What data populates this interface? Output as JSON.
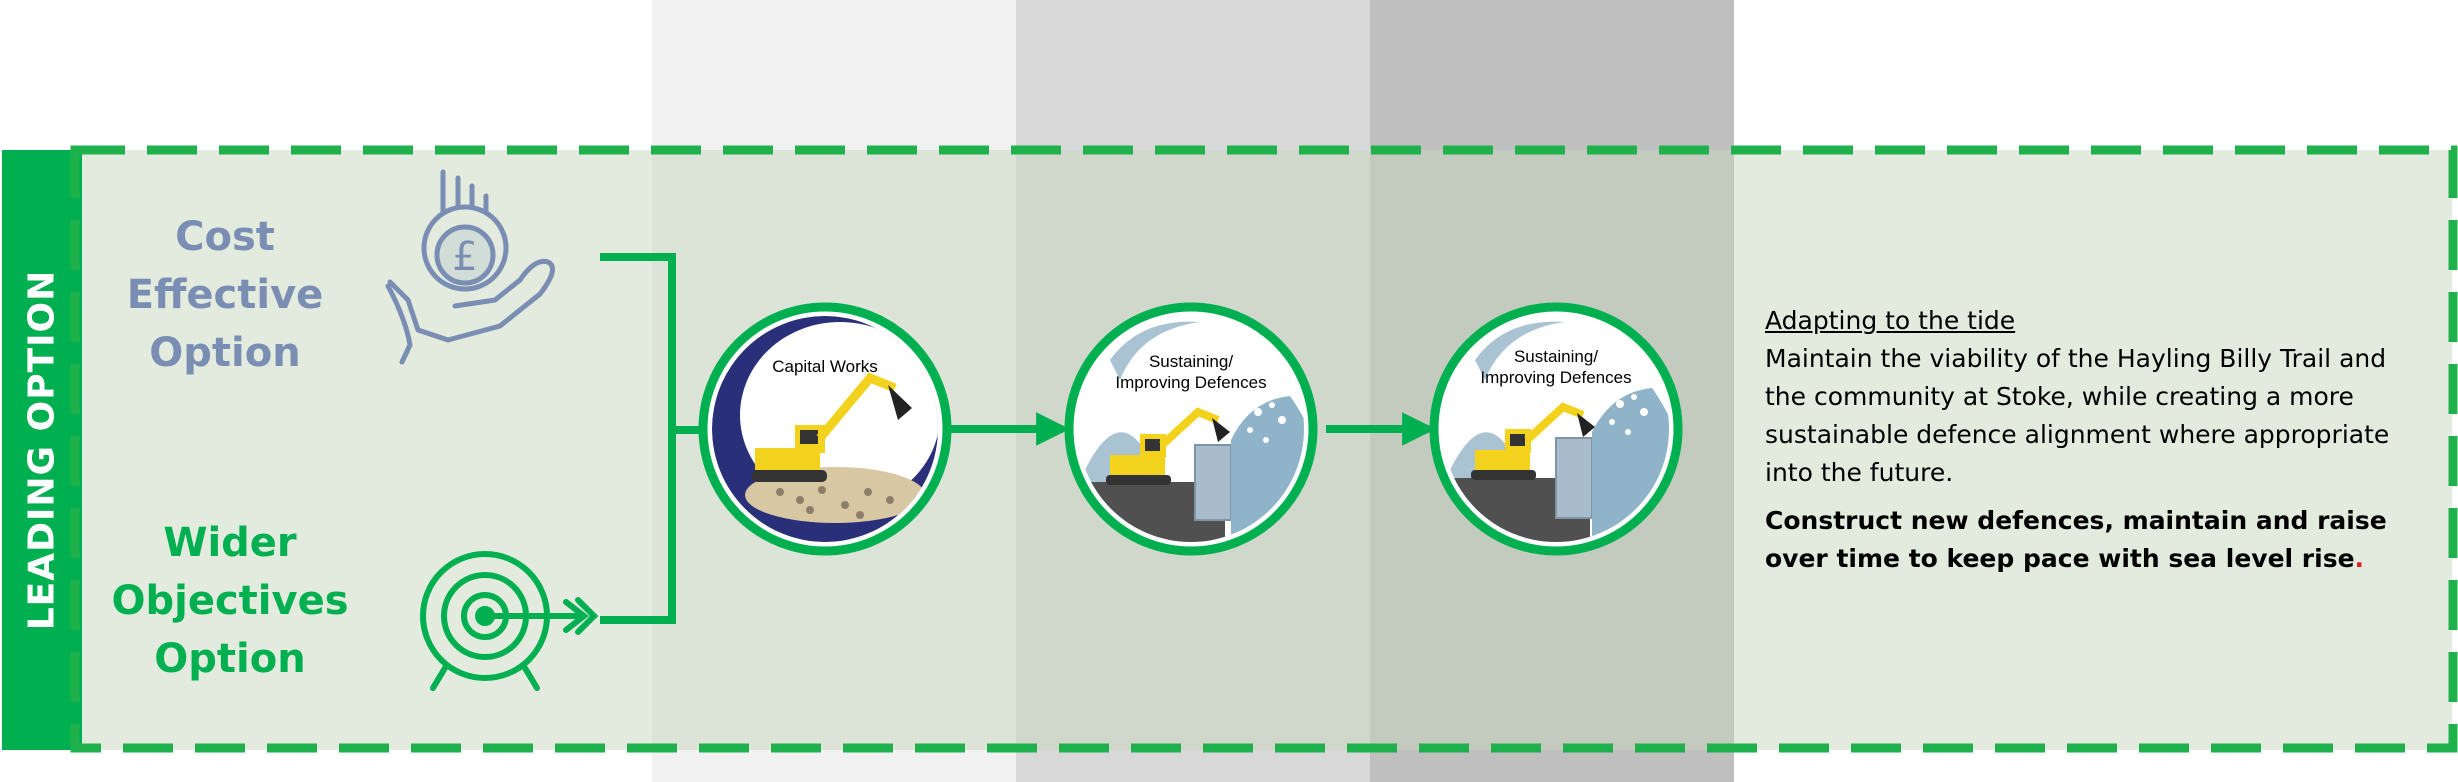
{
  "side_label": "LEADING OPTION",
  "options": {
    "cost_effective": {
      "label_lines": [
        "Cost",
        "Effective",
        "Option"
      ],
      "icon": "hand-holding-pound-coin-icon",
      "color": "#7a8db3"
    },
    "wider_objectives": {
      "label_lines": [
        "Wider",
        "Objectives",
        "Option"
      ],
      "icon": "target-with-arrow-icon",
      "color": "#00b050"
    }
  },
  "stages": [
    {
      "label_lines": [
        "Capital Works"
      ],
      "icon": "excavator-on-shingle-icon"
    },
    {
      "label_lines": [
        "Sustaining/",
        "Improving Defences"
      ],
      "icon": "excavator-sea-wall-wave-icon"
    },
    {
      "label_lines": [
        "Sustaining/",
        "Improving Defences"
      ],
      "icon": "excavator-sea-wall-wave-icon"
    }
  ],
  "description": {
    "heading": "Adapting to the tide",
    "body": "Maintain the viability of the Hayling Billy Trail and the community at Stoke, while creating a more sustainable defence alignment where appropriate into the future.",
    "bold_text": "Construct new defences, maintain and raise over time to keep pace with sea level rise",
    "bold_end": "."
  },
  "colors": {
    "accent_green": "#00b050",
    "dash_green": "#1fb24c",
    "panel_tint": "#c5d8be",
    "cost_blue_grey": "#7a8db3",
    "band_1": "#f1f1f1",
    "band_2": "#d9d9d9",
    "band_3": "#bfbfbf",
    "capital_navy": "#2a2f7a",
    "defence_blue": "#8fb3c9",
    "excavator_yellow": "#f2d21c"
  }
}
